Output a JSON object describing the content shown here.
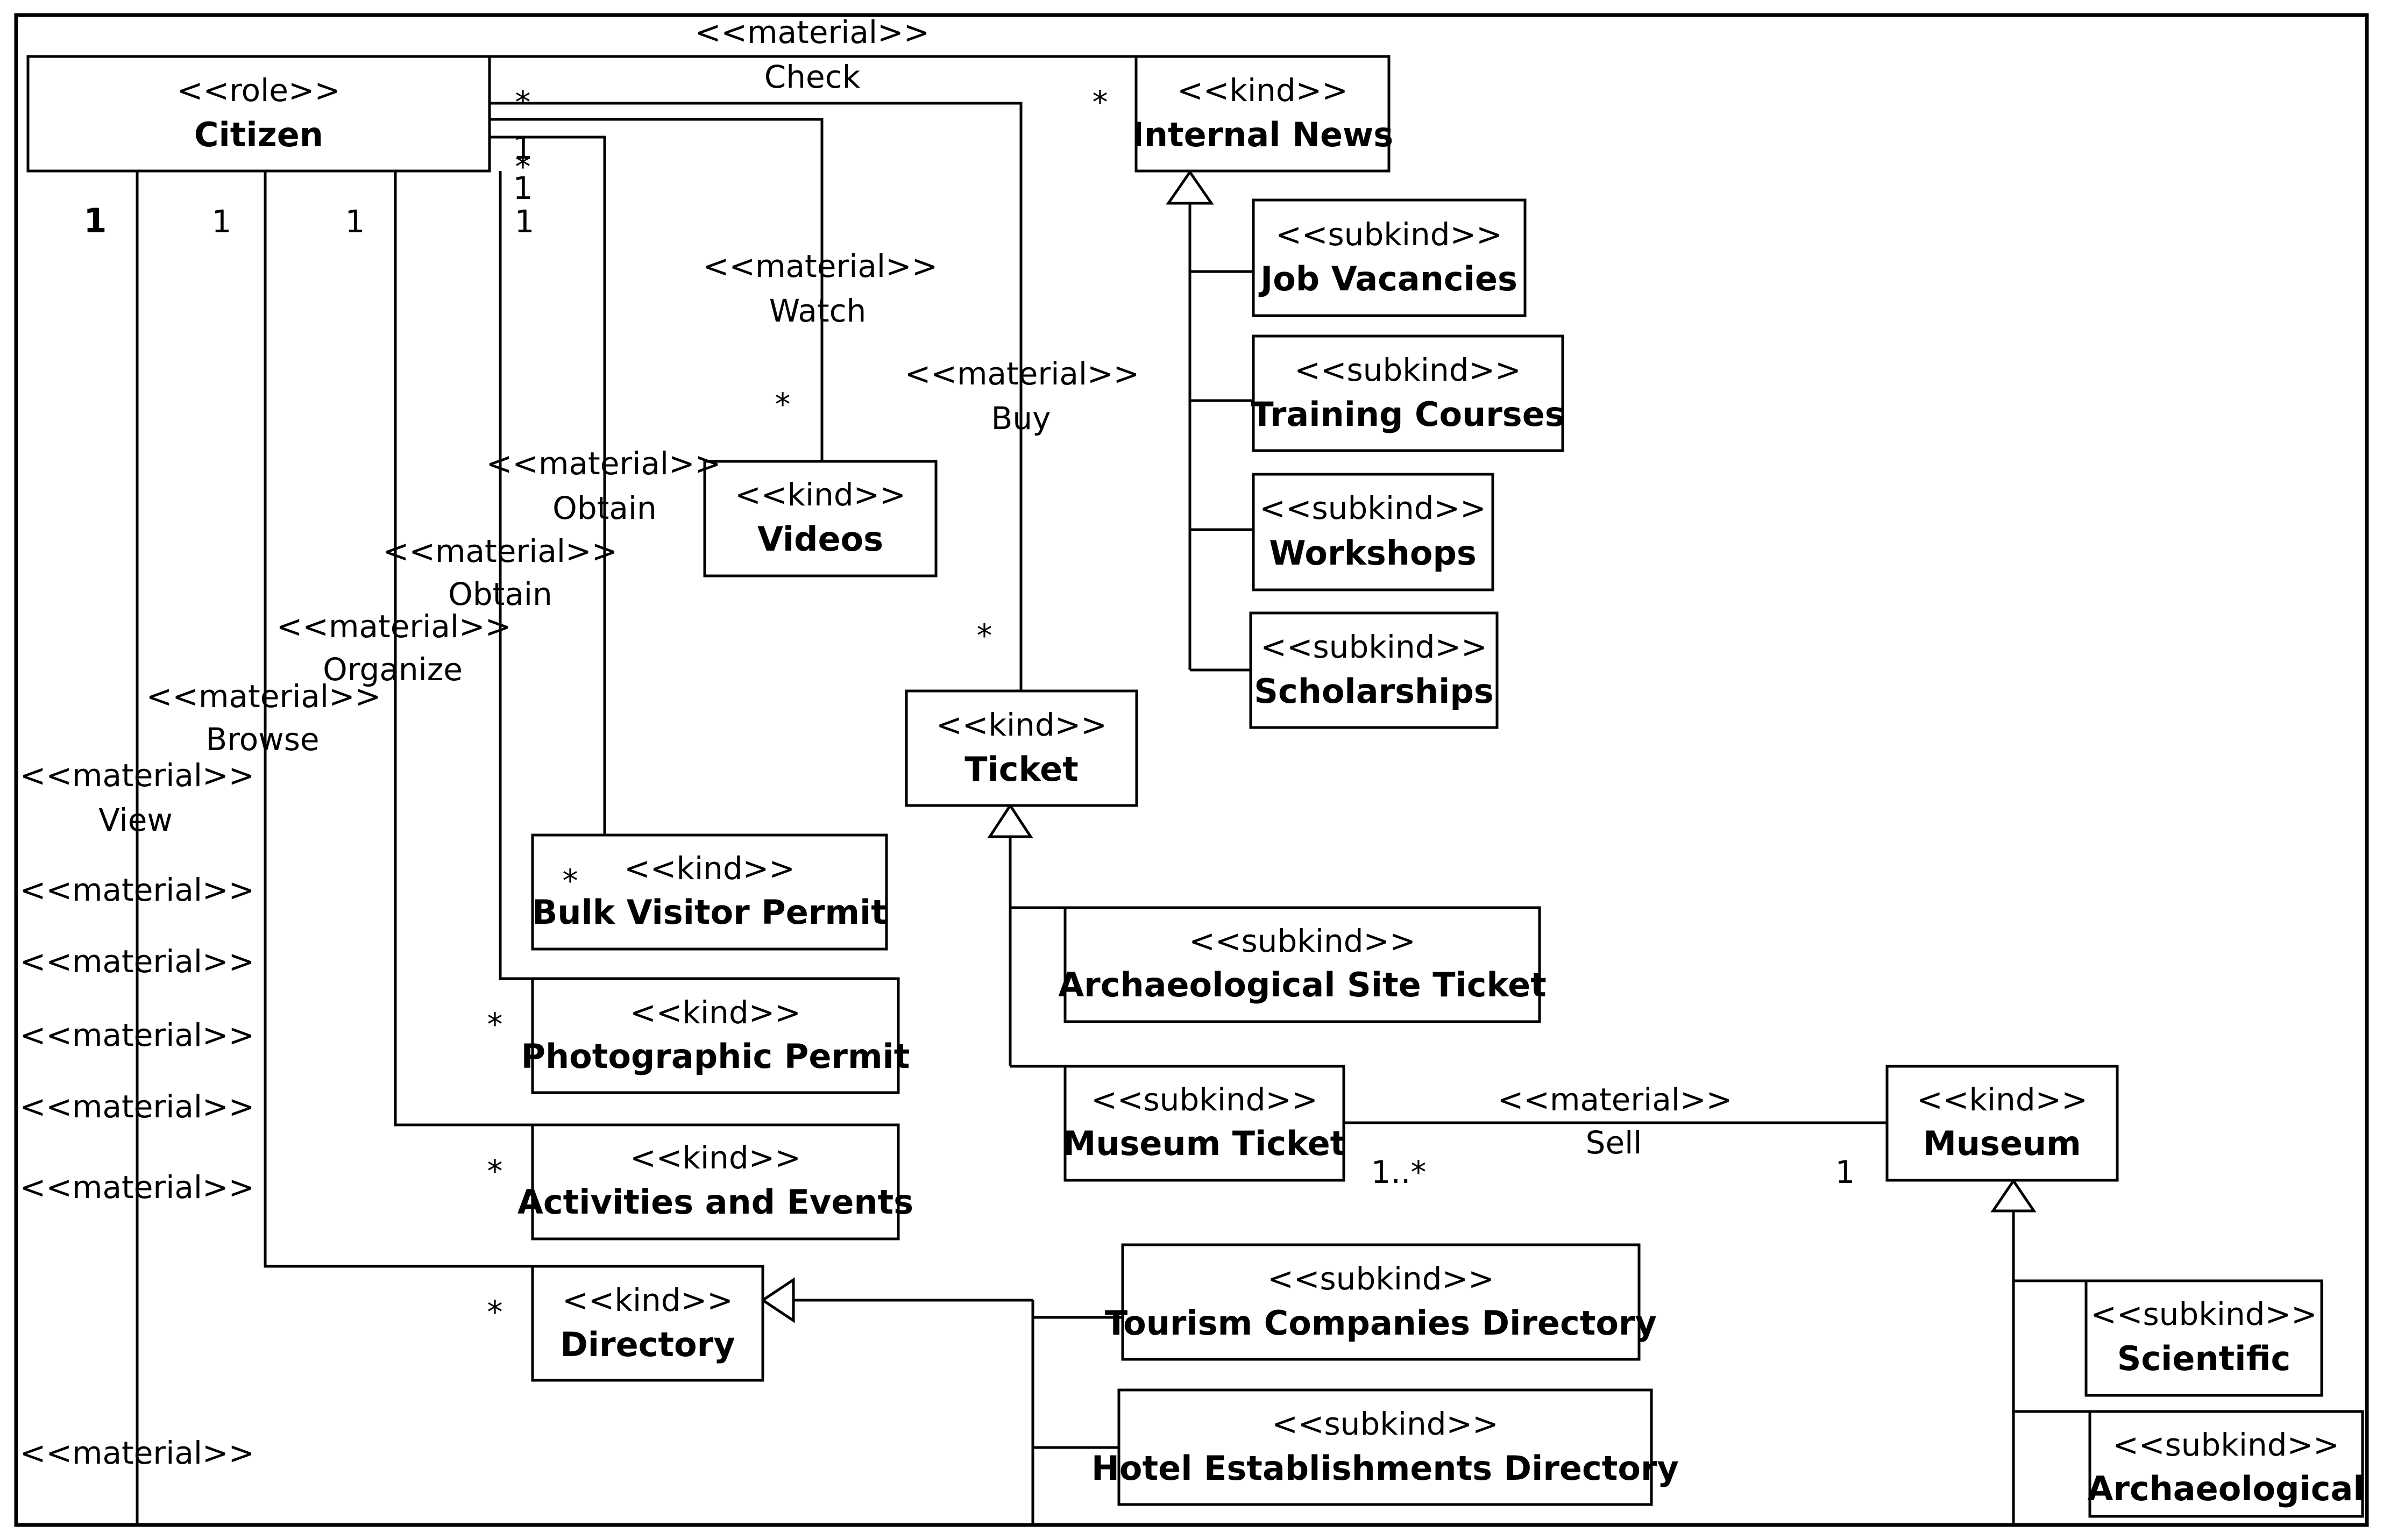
{
  "diagram": {
    "classes": {
      "citizen": {
        "stereotype": "<<role>>",
        "name": "Citizen"
      },
      "internal_news": {
        "stereotype": "<<kind>>",
        "name": "Internal News"
      },
      "job_vacancies": {
        "stereotype": "<<subkind>>",
        "name": "Job Vacancies"
      },
      "training_courses": {
        "stereotype": "<<subkind>>",
        "name": "Training Courses"
      },
      "workshops": {
        "stereotype": "<<subkind>>",
        "name": "Workshops"
      },
      "scholarships": {
        "stereotype": "<<subkind>>",
        "name": "Scholarships"
      },
      "videos": {
        "stereotype": "<<kind>>",
        "name": "Videos"
      },
      "ticket": {
        "stereotype": "<<kind>>",
        "name": "Ticket"
      },
      "archaeological_site_ticket": {
        "stereotype": "<<subkind>>",
        "name": "Archaeological Site Ticket"
      },
      "museum_ticket": {
        "stereotype": "<<subkind>>",
        "name": "Museum Ticket"
      },
      "museum": {
        "stereotype": "<<kind>>",
        "name": "Museum"
      },
      "scientific": {
        "stereotype": "<<subkind>>",
        "name": "Scientific"
      },
      "archaeological": {
        "stereotype": "<<subkind>>",
        "name": "Archaeological"
      },
      "bulk_visitor_permit": {
        "stereotype": "<<kind>>",
        "name": "Bulk Visitor Permit"
      },
      "photographic_permit": {
        "stereotype": "<<kind>>",
        "name": "Photographic Permit"
      },
      "activities_and_events": {
        "stereotype": "<<kind>>",
        "name": "Activities and Events"
      },
      "directory": {
        "stereotype": "<<kind>>",
        "name": "Directory"
      },
      "tourism_companies_directory": {
        "stereotype": "<<subkind>>",
        "name": "Tourism Companies Directory"
      },
      "hotel_establishments_directory": {
        "stereotype": "<<subkind>>",
        "name": "Hotel Establishments Directory"
      }
    },
    "associations": {
      "check": {
        "stereotype": "<<material>>",
        "name": "Check"
      },
      "watch": {
        "stereotype": "<<material>>",
        "name": "Watch"
      },
      "buy": {
        "stereotype": "<<material>>",
        "name": "Buy"
      },
      "obtain_bulk": {
        "stereotype": "<<material>>",
        "name": "Obtain"
      },
      "obtain_photo": {
        "stereotype": "<<material>>",
        "name": "Obtain"
      },
      "organize": {
        "stereotype": "<<material>>",
        "name": "Organize"
      },
      "browse": {
        "stereotype": "<<material>>",
        "name": "Browse"
      },
      "view": {
        "stereotype": "<<material>>",
        "name": "View"
      },
      "sell": {
        "stereotype": "<<material>>",
        "name": "Sell"
      }
    },
    "extra_stereotypes": {
      "m1": "<<material>>",
      "m2": "<<material>>",
      "m3": "<<material>>",
      "m4": "<<material>>",
      "m5": "<<material>>",
      "m6": "<<material>>"
    },
    "multiplicities": {
      "many": "*",
      "one": "1",
      "one_to_many": "1..*"
    }
  }
}
